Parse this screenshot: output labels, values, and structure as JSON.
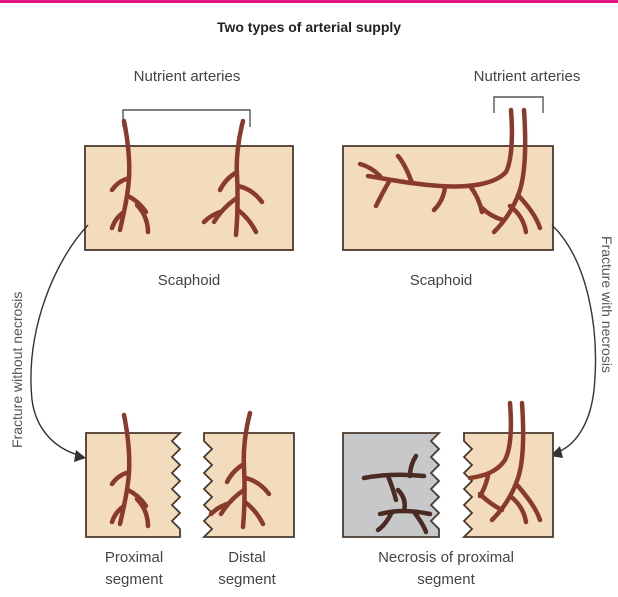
{
  "title": "Two types of arterial supply",
  "left_panel": {
    "nutrient_label": "Nutrient arteries",
    "bone_label": "Scaphoid",
    "arrow_label": "Fracture without necrosis",
    "proximal_label_line1": "Proximal",
    "proximal_label_line2": "segment",
    "distal_label_line1": "Distal",
    "distal_label_line2": "segment"
  },
  "right_panel": {
    "nutrient_label": "Nutrient arteries",
    "bone_label": "Scaphoid",
    "arrow_label": "Fracture with necrosis",
    "necrosis_label_line1": "Necrosis of proximal",
    "necrosis_label_line2": "segment"
  },
  "colors": {
    "accent_bar": "#e6157f",
    "bone": "#f3dcbd",
    "necrotic_bone": "#c7c8ca",
    "artery": "#8a3a2c"
  }
}
